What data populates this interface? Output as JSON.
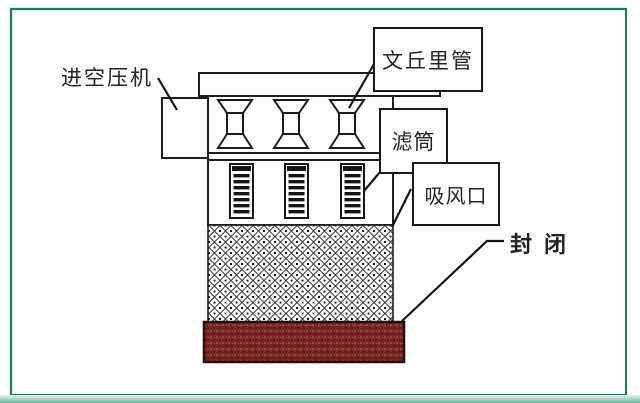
{
  "diagram": {
    "labels": {
      "compressor": "进空压机",
      "venturi_tube": "文丘里管",
      "filter_cartridge": "滤筒",
      "air_inlet": "吸风口",
      "sealed": "封闭"
    },
    "components": {
      "venturi_count": 3,
      "filter_count": 3
    },
    "colors": {
      "frame_teal": "#1e7a64",
      "line_black": "#1a1a1a",
      "base_pad_red": "#7b2824",
      "background": "#fdfefe"
    }
  }
}
